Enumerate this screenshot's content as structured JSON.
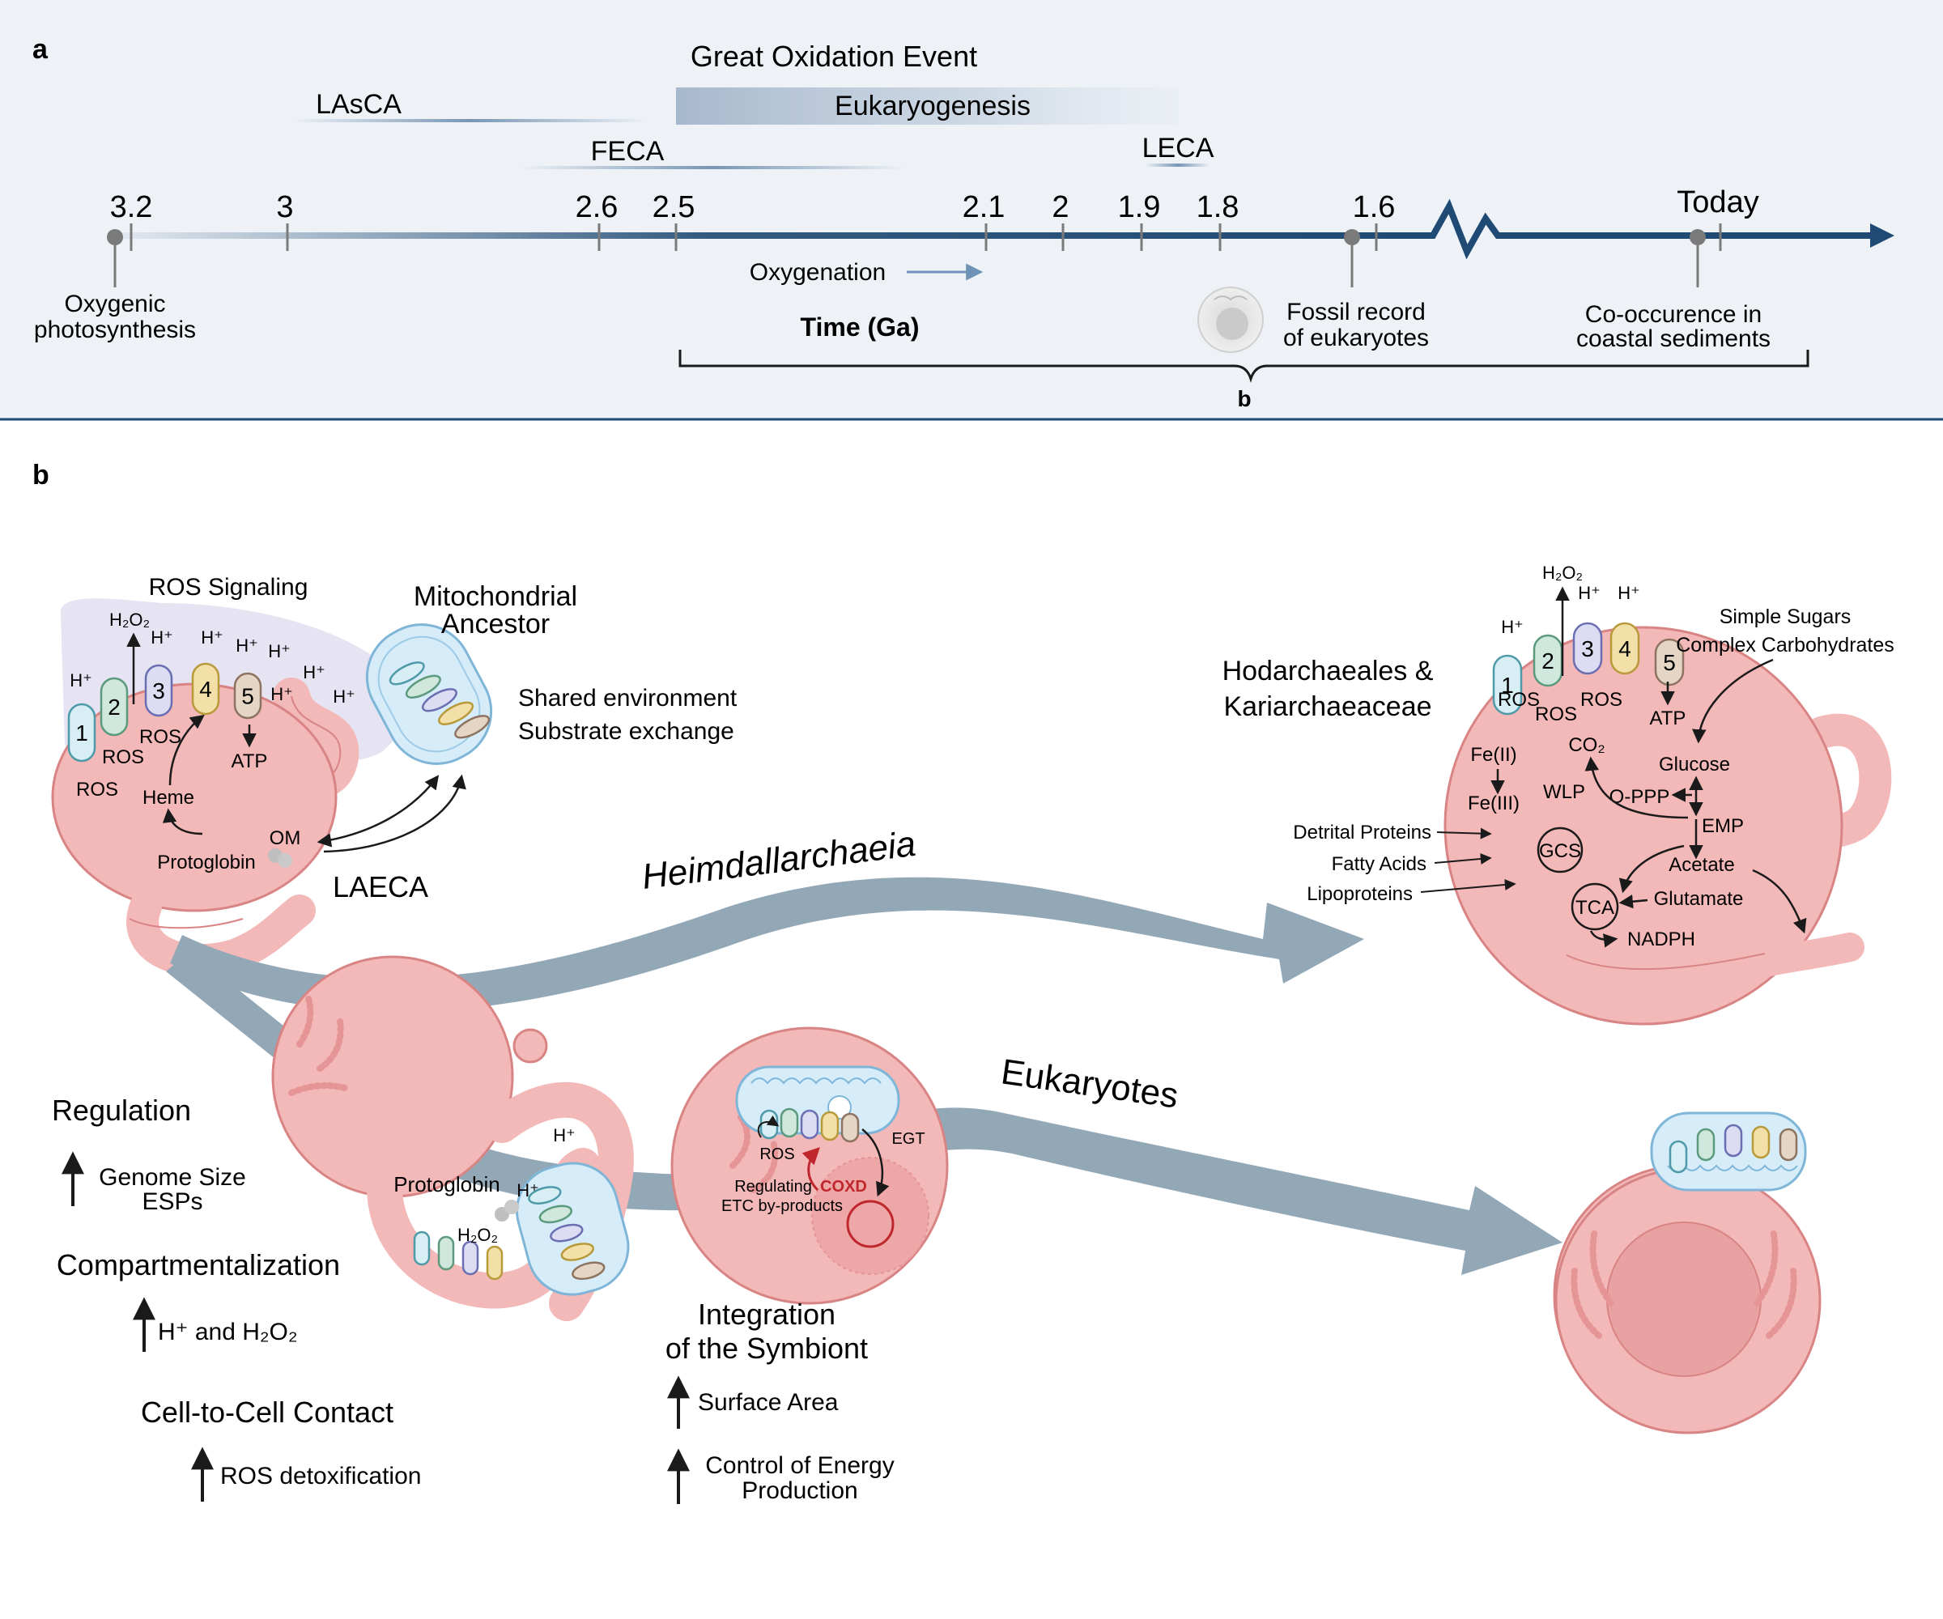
{
  "panel_a": {
    "label": "a",
    "great_oxidation_event": "Great Oxidation Event",
    "eukaryogenesis": "Eukaryogenesis",
    "lasca": "LAsCA",
    "feca": "FECA",
    "leca": "LECA",
    "ticks": [
      "3.2",
      "3",
      "2.6",
      "2.5",
      "2.1",
      "2",
      "1.9",
      "1.8",
      "1.6",
      "Today"
    ],
    "oxygenation": "Oxygenation",
    "time_label": "Time (Ga)",
    "oxygenic_line1": "Oxygenic",
    "oxygenic_line2": "photosynthesis",
    "fossil_line1": "Fossil record",
    "fossil_line2": "of eukaryotes",
    "cooc_line1": "Co-occurence in",
    "cooc_line2": "coastal sediments",
    "bracket_label": "b"
  },
  "panel_b": {
    "label": "b",
    "ros_signaling": "ROS Signaling",
    "h2o2": "H₂O₂",
    "hplus": "H⁺",
    "ros": "ROS",
    "atp": "ATP",
    "heme": "Heme",
    "om": "OM",
    "protoglobin": "Protoglobin",
    "laeca": "LAECA",
    "complexes": [
      "1",
      "2",
      "3",
      "4",
      "5"
    ],
    "mito_ancestor_line1": "Mitochondrial",
    "mito_ancestor_line2": "Ancestor",
    "shared_env": "Shared environment",
    "substrate_ex": "Substrate exchange",
    "heimdallarchaeia": "Heimdallarchaeia",
    "eukaryotes": "Eukaryotes",
    "hodarch_line1": "Hodarchaeales &",
    "hodarch_line2": "Kariarchaeaceae",
    "simple_sugars": "Simple Sugars",
    "complex_carbs": "Complex Carbohydrates",
    "fe2": "Fe(II)",
    "fe3": "Fe(III)",
    "co2": "CO₂",
    "glucose": "Glucose",
    "wlp": "WLP",
    "oppp": "O-PPP",
    "emp": "EMP",
    "gcs": "GCS",
    "acetate": "Acetate",
    "tca": "TCA",
    "glutamate": "Glutamate",
    "nadph": "NADPH",
    "detrital": "Detrital Proteins",
    "fatty": "Fatty Acids",
    "lipo": "Lipoproteins",
    "regulation": "Regulation",
    "genome_size": "Genome Size",
    "esps": "ESPs",
    "compartment": "Compartmentalization",
    "h_and_h2o2": "H⁺ and H₂O₂",
    "cell_contact": "Cell-to-Cell Contact",
    "ros_detox": "ROS detoxification",
    "egt": "EGT",
    "coxd": "COXD",
    "regulating_line1": "Regulating",
    "regulating_line2": "ETC by-products",
    "integration_line1": "Integration",
    "integration_line2": "of the Symbiont",
    "surface_area": "Surface Area",
    "control_line1": "Control of Energy",
    "control_line2": "Production"
  }
}
